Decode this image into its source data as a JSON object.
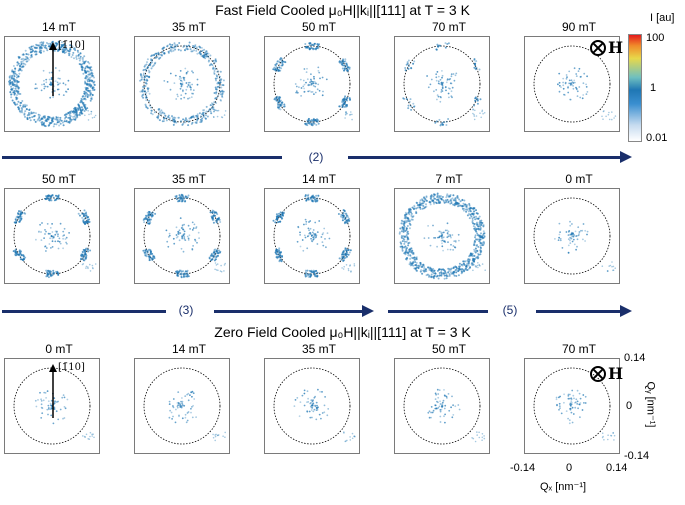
{
  "titles": {
    "fc": "Fast Field Cooled μ₀H||kᵢ||[111] at T = 3 K",
    "zfc": "Zero Field Cooled μ₀H||kᵢ||[111] at T = 3 K"
  },
  "rows": [
    {
      "labels": [
        "14 mT",
        "35 mT",
        "50 mT",
        "70 mT",
        "90 mT"
      ]
    },
    {
      "labels": [
        "50 mT",
        "35 mT",
        "14 mT",
        "7 mT",
        "0 mT"
      ]
    },
    {
      "labels": [
        "0 mT",
        "14 mT",
        "35 mT",
        "50 mT",
        "70 mT"
      ]
    }
  ],
  "steps": [
    "(2)",
    "(3)",
    "(5)"
  ],
  "direction_label": "[1̄10]",
  "field_symbol": "H",
  "colorbar": {
    "title": "I [au]",
    "ticks": [
      "100",
      "1",
      "0.01"
    ],
    "colors": {
      "low": "#ffffff",
      "mid": "#1f77b4",
      "high": "#e41a1c"
    }
  },
  "axes": {
    "qy_label": "Qᵧ [nm⁻¹]",
    "qx_label": "Qₓ [nm⁻¹]",
    "qy_ticks": [
      "0.14",
      "0",
      "-0.14"
    ],
    "qx_ticks": [
      "-0.14",
      "0",
      "0.14"
    ]
  }
}
